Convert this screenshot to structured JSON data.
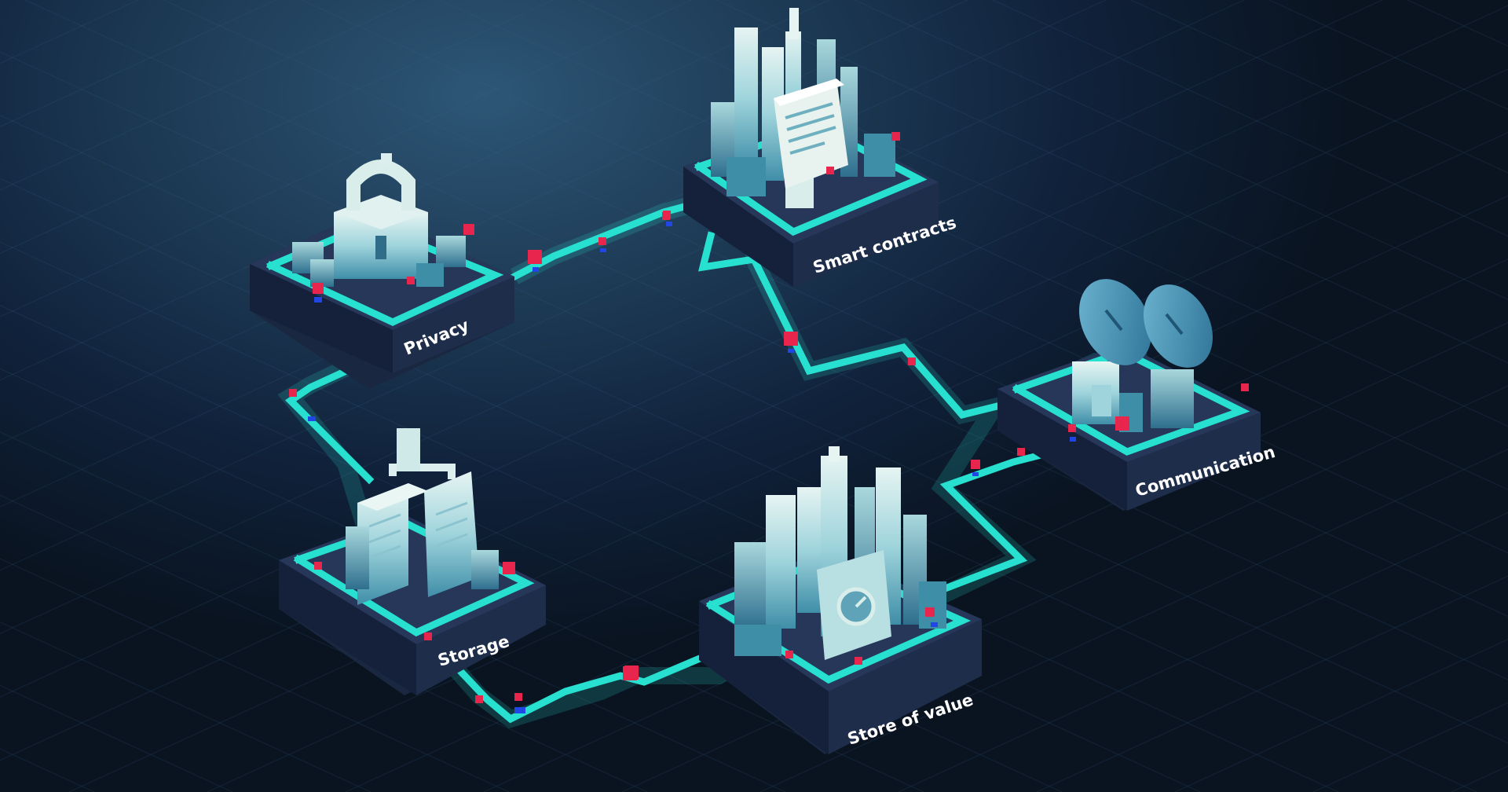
{
  "diagram": {
    "nodes": [
      {
        "id": "privacy",
        "label": "Privacy",
        "icon": "padlock-icon"
      },
      {
        "id": "smart-contracts",
        "label": "Smart contracts",
        "icon": "document-icon"
      },
      {
        "id": "communication",
        "label": "Communication",
        "icon": "satellite-dish-icon"
      },
      {
        "id": "store-of-value",
        "label": "Store of value",
        "icon": "vault-icon"
      },
      {
        "id": "storage",
        "label": "Storage",
        "icon": "server-building-icon"
      }
    ],
    "edges": [
      {
        "from": "privacy",
        "to": "smart-contracts"
      },
      {
        "from": "smart-contracts",
        "to": "communication"
      },
      {
        "from": "communication",
        "to": "store-of-value"
      },
      {
        "from": "store-of-value",
        "to": "storage"
      },
      {
        "from": "storage",
        "to": "privacy"
      }
    ]
  },
  "colors": {
    "background": "#10213a",
    "network_line": "#27e0cf",
    "platform": "#1c2a45",
    "building": "#7fc8d8",
    "node_marker": "#e8264d",
    "node_base": "#2246e6"
  }
}
